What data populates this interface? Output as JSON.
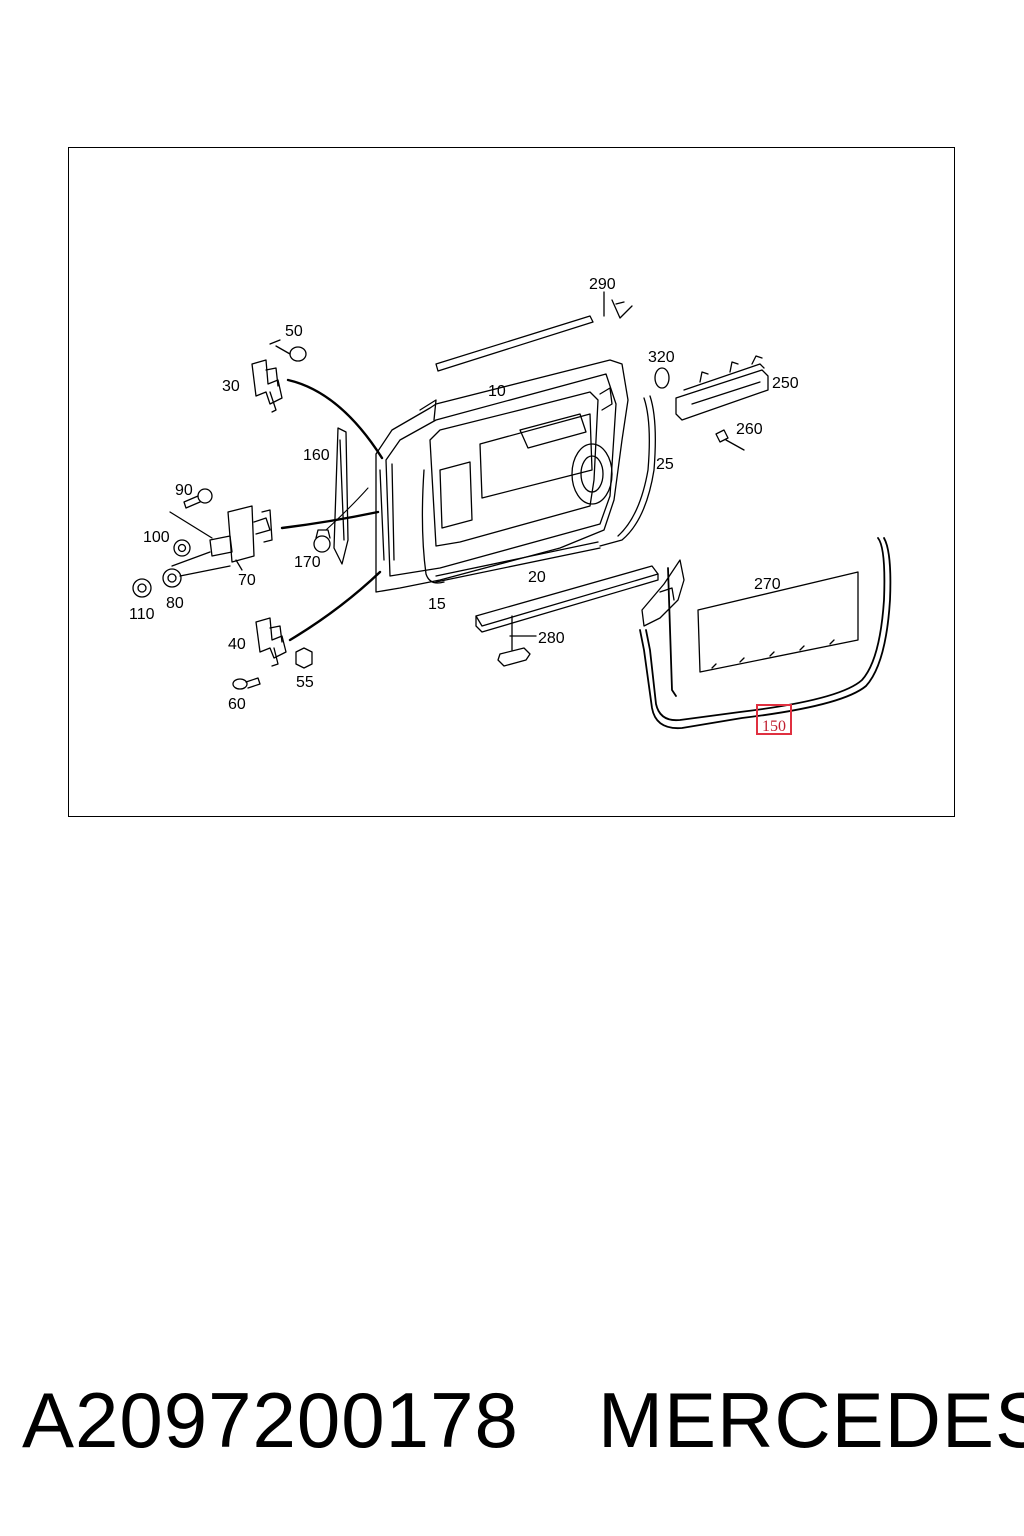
{
  "diagram": {
    "callouts": {
      "c290": "290",
      "c50": "50",
      "c320": "320",
      "c30": "30",
      "c10": "10",
      "c250": "250",
      "c260": "260",
      "c160": "160",
      "c25": "25",
      "c90": "90",
      "c100": "100",
      "c170": "170",
      "c70": "70",
      "c20": "20",
      "c270": "270",
      "c110": "110",
      "c80": "80",
      "c15": "15",
      "c280": "280",
      "c40": "40",
      "c55": "55",
      "c60": "60",
      "c150": "150"
    },
    "highlighted_callout": "150",
    "highlight_color": "#e03040"
  },
  "footer": {
    "part_number": "A2097200178",
    "brand": "MERCEDES"
  }
}
